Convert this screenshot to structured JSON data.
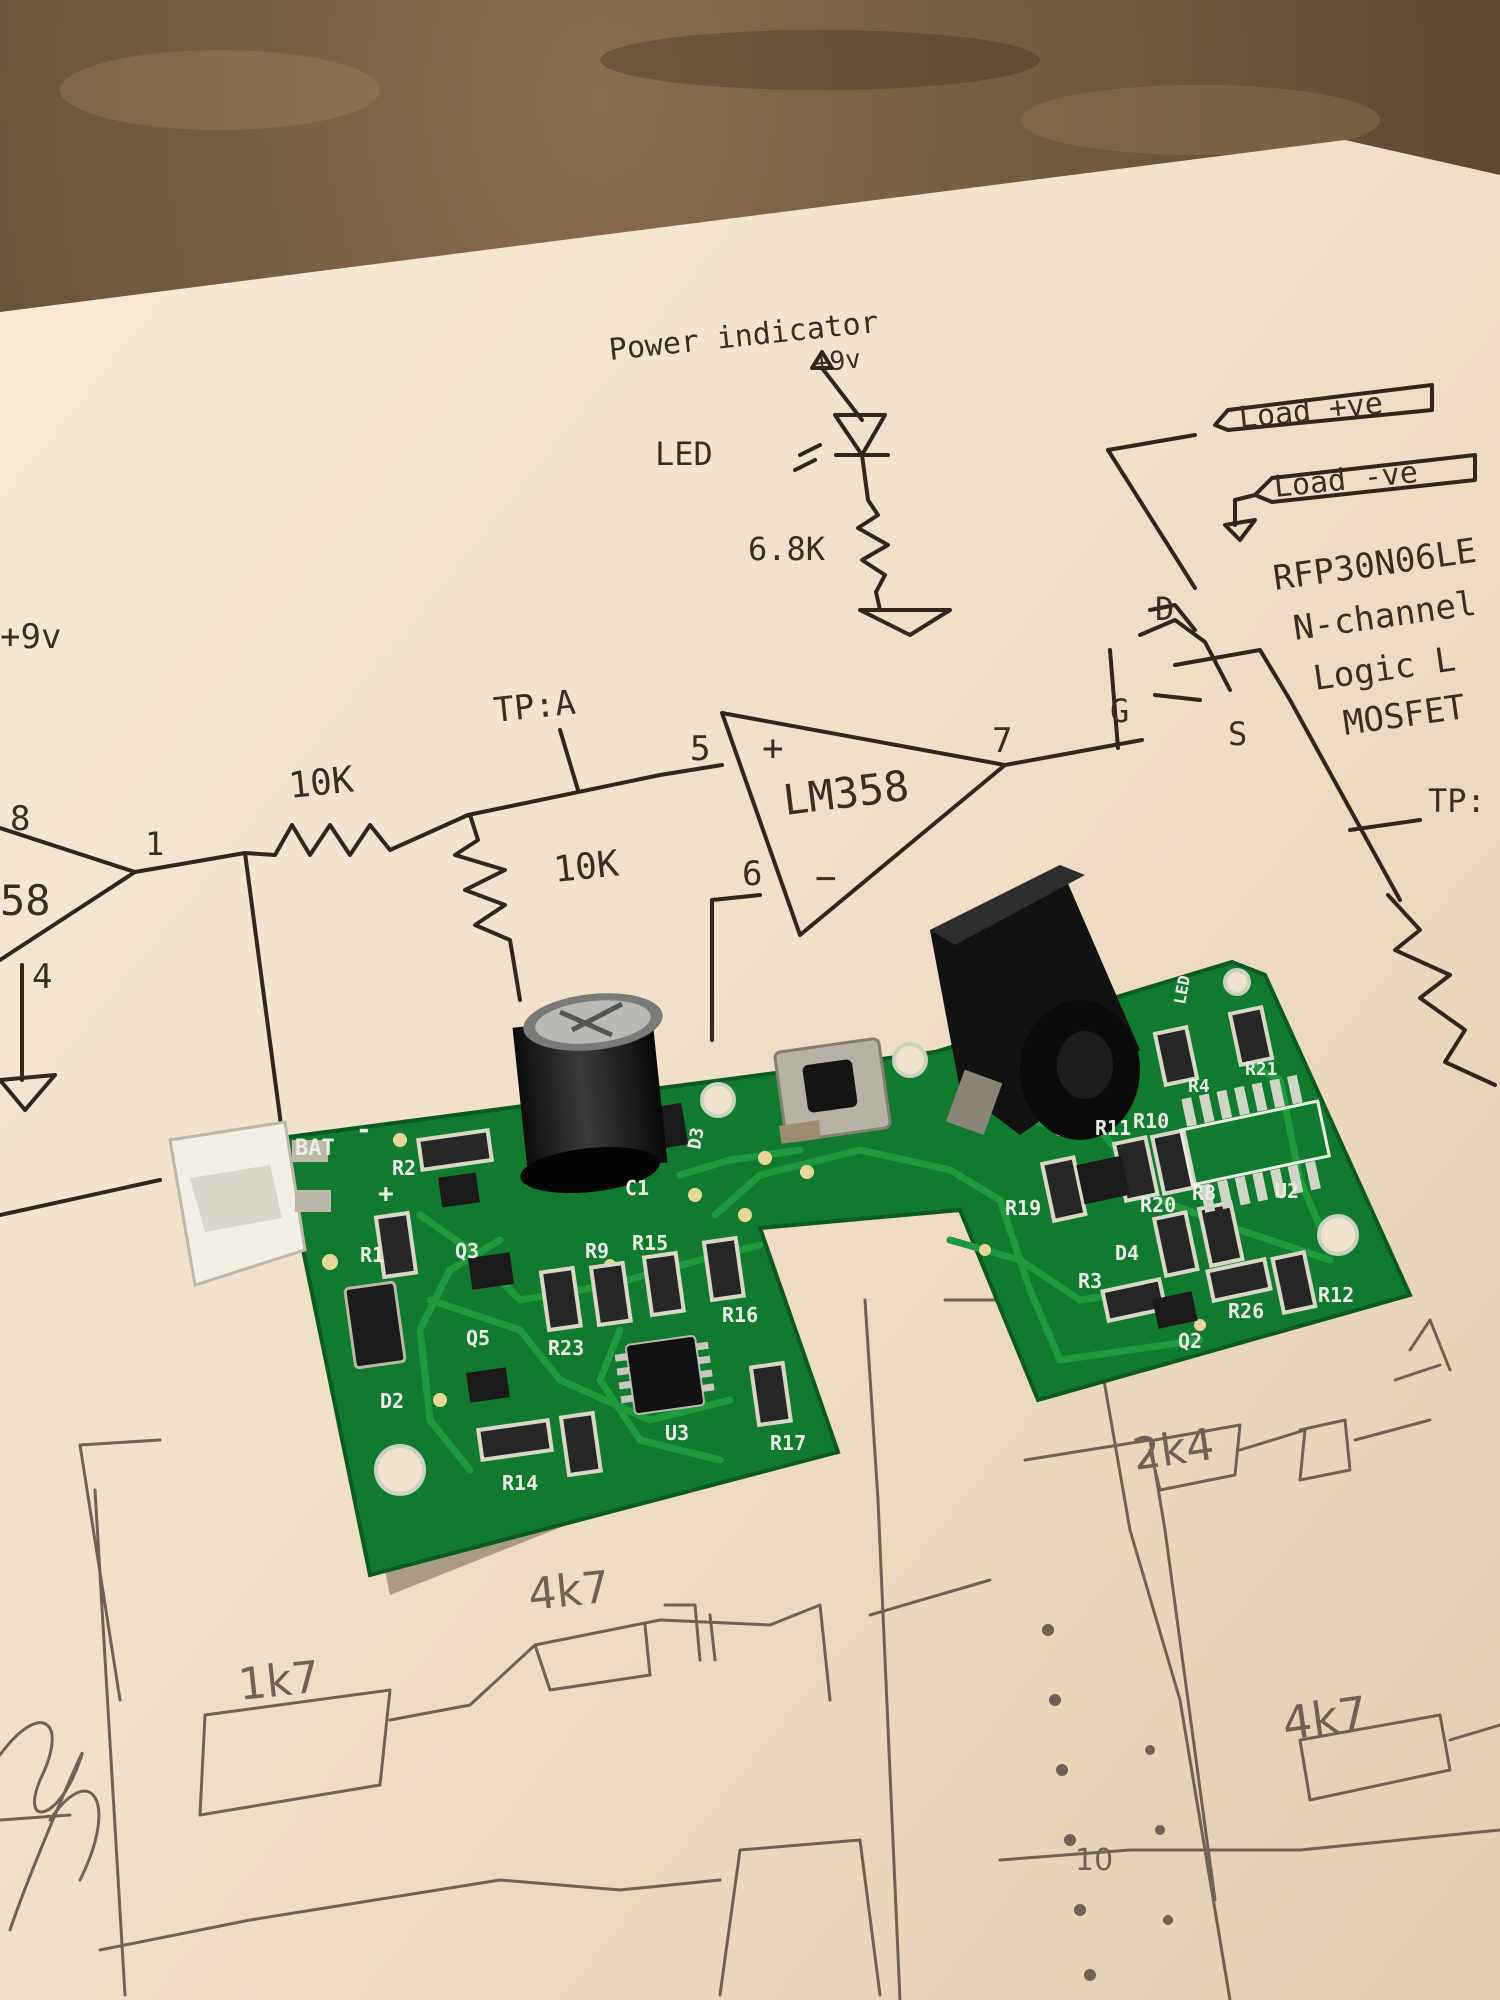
{
  "schematic": {
    "power_indicator": "Power indicator",
    "plus_9v_top": "+9v",
    "plus_9v_left": "+9v",
    "led": "LED",
    "r_6k8": "6.8K",
    "load_pos": "Load +ve",
    "load_neg": "Load -ve",
    "mosfet_line1": "RFP30N06LE",
    "mosfet_line2": "N-channel",
    "mosfet_line3": "Logic L",
    "mosfet_line4": "MOSFET",
    "tp_a": "TP:A",
    "tp_b": "TP:",
    "r_10k_series": "10K",
    "r_10k_shunt": "10K",
    "opamp": "LM358",
    "opamp_left": "58",
    "pin_1": "1",
    "pin_4": "4",
    "pin_5": "5",
    "pin_6": "6",
    "pin_7": "7",
    "pin_8": "8",
    "pin_plus": "+",
    "pin_minus": "−",
    "gate": "G",
    "drain": "D",
    "source": "S"
  },
  "handwritten": {
    "r_2k4": "2k4",
    "r_4k7_a": "4k7",
    "r_1k7": "1k7",
    "r_4k7_b": "4k7",
    "pin_10": "10"
  },
  "pcb": {
    "labels": [
      "BAT",
      "R2",
      "R1",
      "D2",
      "Q3",
      "Q5",
      "R9",
      "R15",
      "R16",
      "R23",
      "U3",
      "R14",
      "R17",
      "C1",
      "D3",
      "R19",
      "R11",
      "R10",
      "R20",
      "R8",
      "D4",
      "R3",
      "Q2",
      "R26",
      "R12",
      "U2",
      "R4",
      "R21",
      "LED"
    ],
    "bat_plus": "+",
    "bat_minus": "-",
    "colors": {
      "board": "#117a2e",
      "trace": "#1f9a3e",
      "silk": "#e9efe4",
      "paper": "#efe3cf"
    }
  }
}
